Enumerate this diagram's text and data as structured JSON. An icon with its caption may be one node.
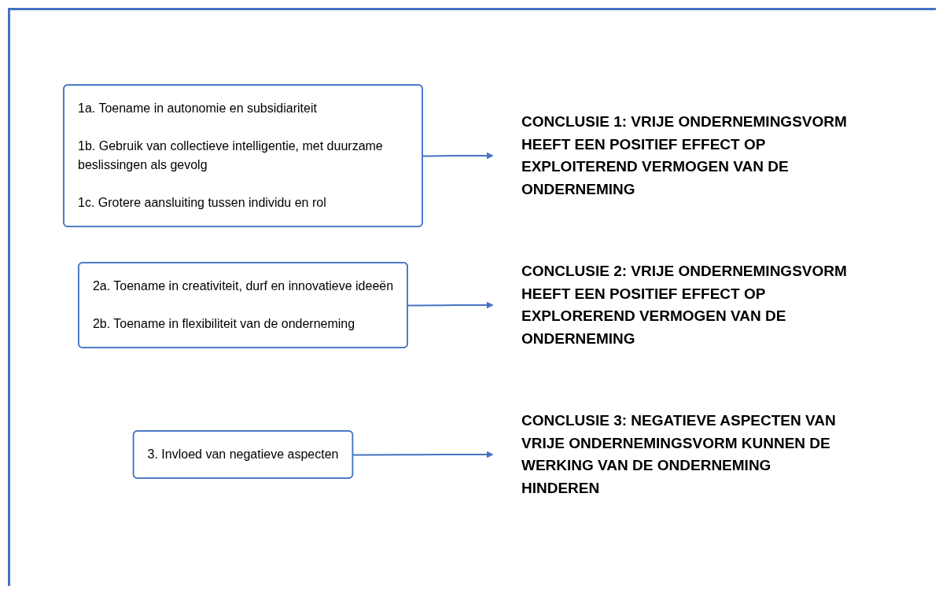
{
  "diagram": {
    "nodes": [
      {
        "text": [
          "1a. Toename in autonomie en subsidiariteit",
          "1b. Gebruik van collectieve intelligentie, met duurzame beslissingen als gevolg",
          "1c. Grotere aansluiting tussen individu en rol"
        ]
      },
      {
        "text": [
          "CONCLUSIE 1: VRIJE ONDERNEMINGSVORM HEEFT EEN POSITIEF EFFECT OP EXPLOITEREND VERMOGEN VAN DE ONDERNEMING"
        ]
      },
      {
        "text": [
          "2a. Toename in creativiteit, durf en innovatieve ideeën",
          "2b. Toename in flexibiliteit van de onderneming"
        ]
      },
      {
        "text": [
          "CONCLUSIE 2: VRIJE ONDERNEMINGSVORM HEEFT EEN POSITIEF EFFECT OP EXPLOREREND VERMOGEN VAN DE ONDERNEMING"
        ]
      },
      {
        "text": [
          "3. Invloed van negatieve aspecten"
        ]
      },
      {
        "text": [
          "CONCLUSIE 3: NEGATIEVE ASPECTEN VAN VRIJE ONDERNEMINGSVORM KUNNEN DE WERKING VAN DE ONDERNEMING HINDEREN"
        ]
      }
    ],
    "edges": [
      {
        "from": 0,
        "to": 1,
        "arrow": "to"
      },
      {
        "from": 2,
        "to": 3,
        "arrow": "to"
      },
      {
        "from": 4,
        "to": 5,
        "arrow": "to"
      }
    ]
  }
}
